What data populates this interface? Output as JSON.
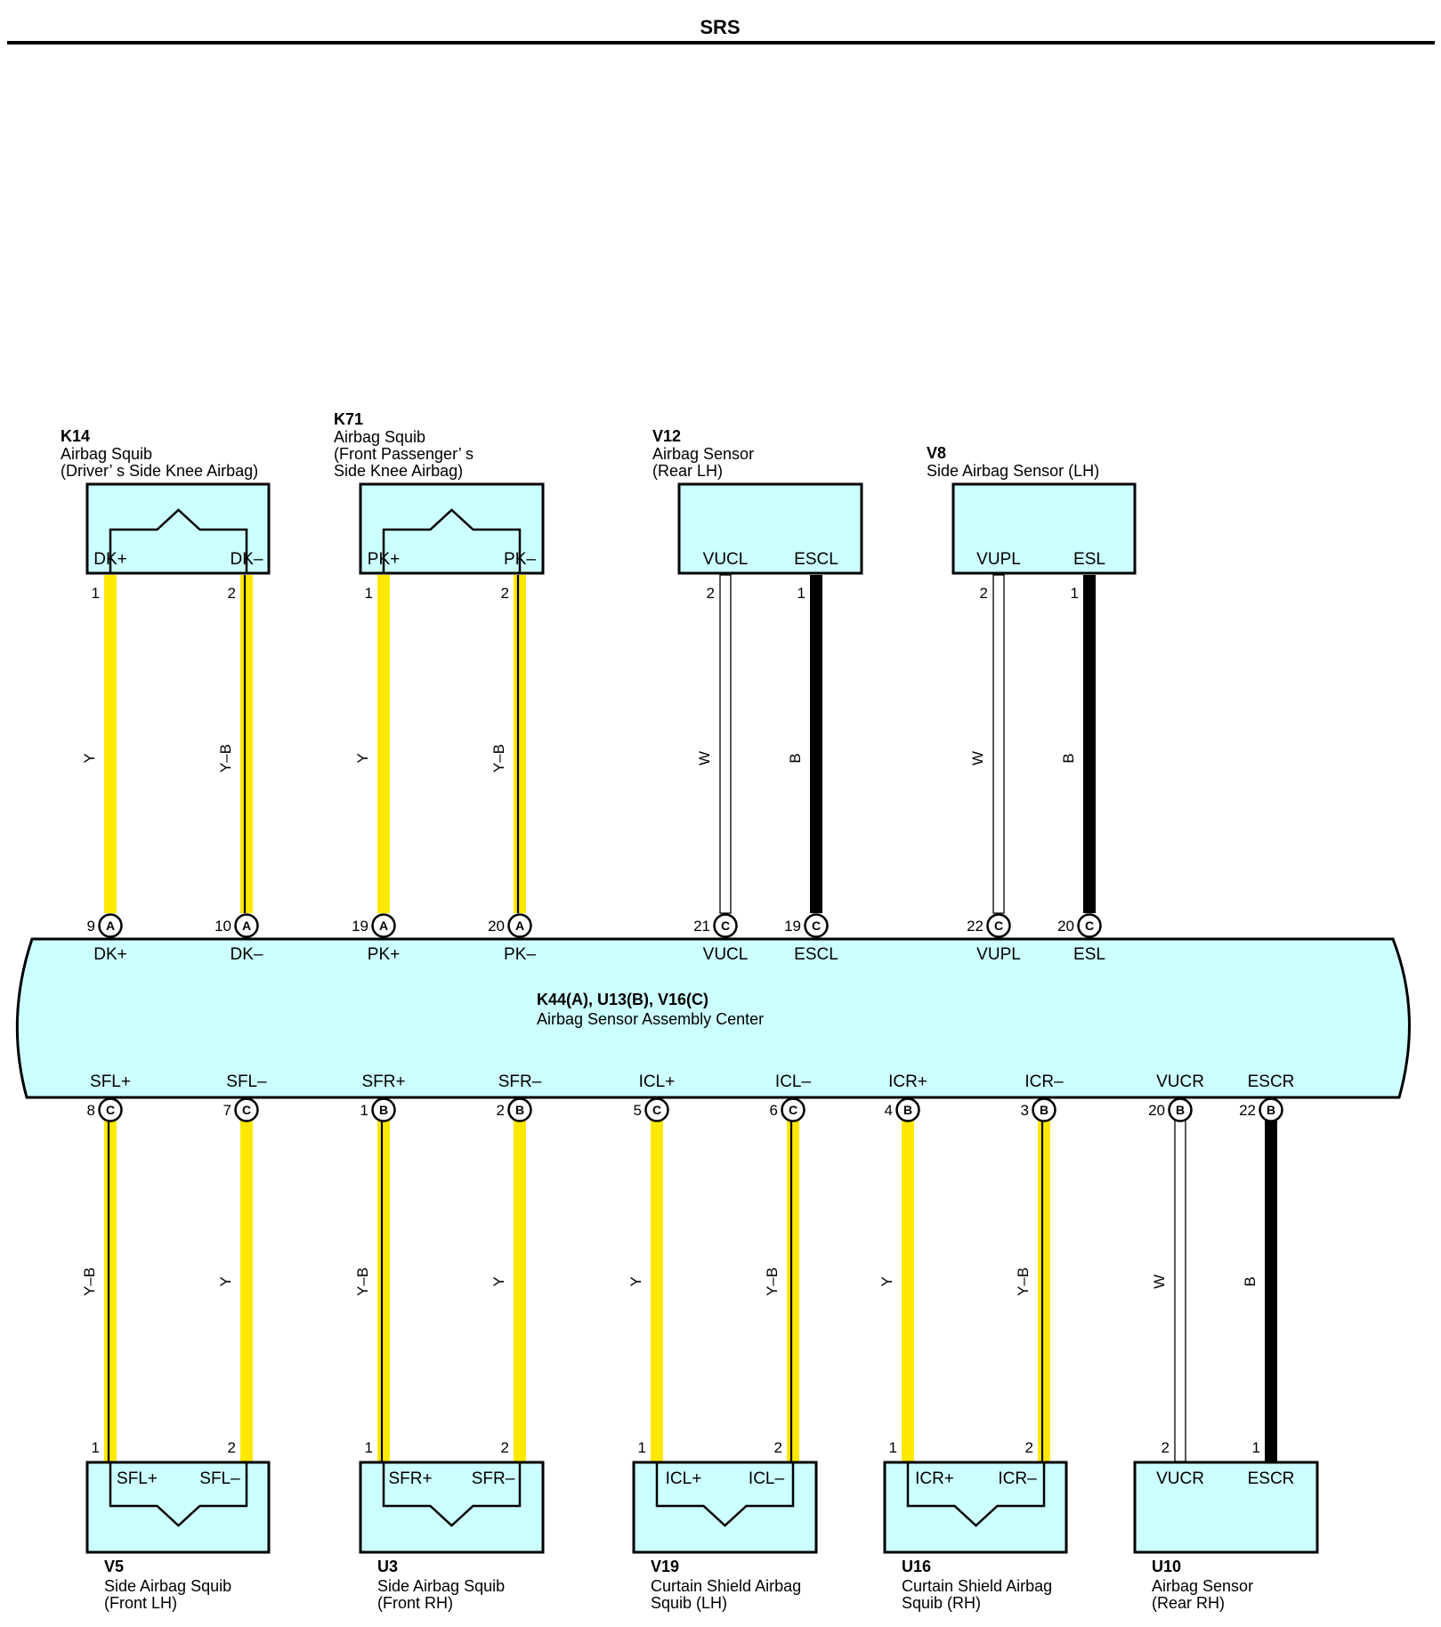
{
  "header": {
    "title": "SRS"
  },
  "center_unit": {
    "code": "K44(A), U13(B), V16(C)",
    "name": "Airbag Sensor Assembly Center"
  },
  "colors": {
    "Y": "#ffe800",
    "B": "#000000",
    "W": "#ffffff",
    "connector_fill": "#ccffff",
    "outline": "#000000"
  },
  "top_components": [
    {
      "code": "K14",
      "desc": [
        "Airbag Squib",
        "(Driver’ s Side Knee Airbag)"
      ],
      "squib": true,
      "pins": [
        {
          "label": "DK+",
          "comp_pin": "1",
          "wire": "Y",
          "ecu_pin": "9",
          "ecu_conn": "A",
          "ecu_label": "DK+"
        },
        {
          "label": "DK–",
          "comp_pin": "2",
          "wire": "Y–B",
          "ecu_pin": "10",
          "ecu_conn": "A",
          "ecu_label": "DK–"
        }
      ]
    },
    {
      "code": "K71",
      "desc": [
        "Airbag Squib",
        "(Front Passenger’ s",
        " Side Knee Airbag)"
      ],
      "squib": true,
      "pins": [
        {
          "label": "PK+",
          "comp_pin": "1",
          "wire": "Y",
          "ecu_pin": "19",
          "ecu_conn": "A",
          "ecu_label": "PK+"
        },
        {
          "label": "PK–",
          "comp_pin": "2",
          "wire": "Y–B",
          "ecu_pin": "20",
          "ecu_conn": "A",
          "ecu_label": "PK–"
        }
      ]
    },
    {
      "code": "V12",
      "desc": [
        "Airbag Sensor",
        "(Rear LH)"
      ],
      "squib": false,
      "pins": [
        {
          "label": "VUCL",
          "comp_pin": "2",
          "wire": "W",
          "ecu_pin": "21",
          "ecu_conn": "C",
          "ecu_label": "VUCL"
        },
        {
          "label": "ESCL",
          "comp_pin": "1",
          "wire": "B",
          "ecu_pin": "19",
          "ecu_conn": "C",
          "ecu_label": "ESCL"
        }
      ]
    },
    {
      "code": "V8",
      "desc": [
        "Side Airbag Sensor (LH)"
      ],
      "squib": false,
      "pins": [
        {
          "label": "VUPL",
          "comp_pin": "2",
          "wire": "W",
          "ecu_pin": "22",
          "ecu_conn": "C",
          "ecu_label": "VUPL"
        },
        {
          "label": "ESL",
          "comp_pin": "1",
          "wire": "B",
          "ecu_pin": "20",
          "ecu_conn": "C",
          "ecu_label": "ESL"
        }
      ]
    }
  ],
  "bottom_components": [
    {
      "code": "V5",
      "desc": [
        "Side Airbag Squib",
        "(Front LH)"
      ],
      "squib": true,
      "pins": [
        {
          "label": "SFL+",
          "comp_pin": "1",
          "wire": "Y–B",
          "ecu_pin": "8",
          "ecu_conn": "C",
          "ecu_label": "SFL+"
        },
        {
          "label": "SFL–",
          "comp_pin": "2",
          "wire": "Y",
          "ecu_pin": "7",
          "ecu_conn": "C",
          "ecu_label": "SFL–"
        }
      ]
    },
    {
      "code": "U3",
      "desc": [
        "Side Airbag Squib",
        "(Front RH)"
      ],
      "squib": true,
      "pins": [
        {
          "label": "SFR+",
          "comp_pin": "1",
          "wire": "Y–B",
          "ecu_pin": "1",
          "ecu_conn": "B",
          "ecu_label": "SFR+"
        },
        {
          "label": "SFR–",
          "comp_pin": "2",
          "wire": "Y",
          "ecu_pin": "2",
          "ecu_conn": "B",
          "ecu_label": "SFR–"
        }
      ]
    },
    {
      "code": "V19",
      "desc": [
        "Curtain Shield Airbag",
        "Squib (LH)"
      ],
      "squib": true,
      "pins": [
        {
          "label": "ICL+",
          "comp_pin": "1",
          "wire": "Y",
          "ecu_pin": "5",
          "ecu_conn": "C",
          "ecu_label": "ICL+"
        },
        {
          "label": "ICL–",
          "comp_pin": "2",
          "wire": "Y–B",
          "ecu_pin": "6",
          "ecu_conn": "C",
          "ecu_label": "ICL–"
        }
      ]
    },
    {
      "code": "U16",
      "desc": [
        "Curtain Shield Airbag",
        "Squib (RH)"
      ],
      "squib": true,
      "pins": [
        {
          "label": "ICR+",
          "comp_pin": "1",
          "wire": "Y",
          "ecu_pin": "4",
          "ecu_conn": "B",
          "ecu_label": "ICR+"
        },
        {
          "label": "ICR–",
          "comp_pin": "2",
          "wire": "Y–B",
          "ecu_pin": "3",
          "ecu_conn": "B",
          "ecu_label": "ICR–"
        }
      ]
    },
    {
      "code": "U10",
      "desc": [
        "Airbag Sensor",
        "(Rear RH)"
      ],
      "squib": false,
      "pins": [
        {
          "label": "VUCR",
          "comp_pin": "2",
          "wire": "W",
          "ecu_pin": "20",
          "ecu_conn": "B",
          "ecu_label": "VUCR"
        },
        {
          "label": "ESCR",
          "comp_pin": "1",
          "wire": "B",
          "ecu_pin": "22",
          "ecu_conn": "B",
          "ecu_label": "ESCR"
        }
      ]
    }
  ]
}
